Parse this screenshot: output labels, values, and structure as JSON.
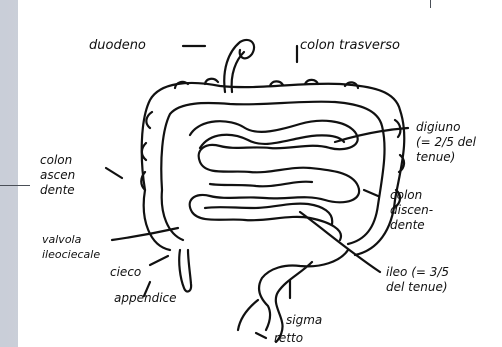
{
  "labels": {
    "duodeno": "duodeno",
    "colon_trasverso": "colon trasverso",
    "digiuno": "digiuno\n(= 2/5 del\ntenue)",
    "colon_ascendente": "colon\nascen\ndente",
    "colon_discendente": "colon\ndiscen-\ndente",
    "valvola": "valvola\nileociecale",
    "cieco": "cieco",
    "ileo": "ileo (= 3/5\ndel tenue)",
    "appendice": "appendice",
    "sigma": "sigma",
    "retto": "retto"
  },
  "colors": {
    "ink": "#111111",
    "paper": "#ffffff",
    "background": "#cfd5df"
  }
}
